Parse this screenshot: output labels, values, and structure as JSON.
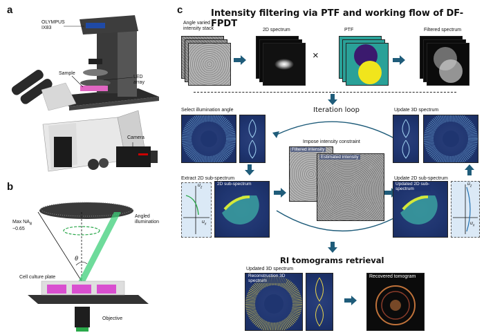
{
  "panels": {
    "a": "a",
    "b": "b",
    "c": "c"
  },
  "panel_a": {
    "olympus_label": "OLYMPUS\nIX83",
    "sample_label": "Sample",
    "led_label": "LED\narray",
    "camera_label": "Camera"
  },
  "panel_b": {
    "max_na_label": "Max NA",
    "max_na_sub": "ill",
    "max_na_value": "~0.65",
    "theta_label": "θ",
    "angled_label": "Angled\nillumination",
    "plate_label": "Cell culture plate",
    "objective_label": "Objective"
  },
  "panel_c": {
    "title": "Intensity filtering via PTF and working flow of DF-FPDT",
    "angle_stack": "Angle varied\nintensity stack",
    "spectrum_2d": "2D spectrum",
    "ptf": "PTF",
    "filtered_spectrum": "Filtered spectrum",
    "times": "×",
    "iteration_loop": "Iteration loop",
    "select_angle": "Select illumination angle",
    "update_3d": "Update 3D spectrum",
    "impose_constraint": "Impose  intensity constraint",
    "filtered_intensity": "Filtered intensity",
    "estimated_intensity": "Estimated intensity",
    "extract_sub": "Extract 2D sub-spectrum",
    "sub_spectrum_2d": "2D sub-spectrum",
    "update_sub": "Update 2D sub-spectrum",
    "updated_sub": "Updated 2D sub-\nspectrum",
    "uz": "u",
    "uz_sub": "z",
    "ux": "u",
    "ux_sub": "x",
    "ri_title": "RI tomograms retrieval",
    "updated_3d": "Updated 3D spectrum",
    "recon_3d": "Reconstruction 3D\nspectrum",
    "recovered": "Recovered tomogram"
  }
}
